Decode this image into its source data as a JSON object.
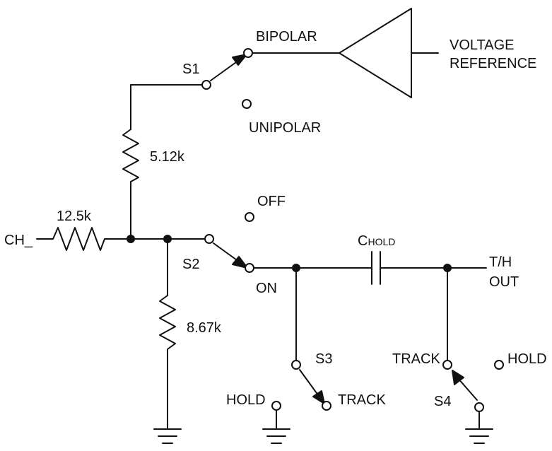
{
  "colors": {
    "line": "#111111",
    "background": "#ffffff"
  },
  "labels": {
    "bipolar": "BIPOLAR",
    "unipolar": "UNIPOLAR",
    "s1": "S1",
    "voltage": "VOLTAGE",
    "reference": "REFERENCE",
    "r_5_12k": "5.12k",
    "r_12_5k": "12.5k",
    "ch": "CH_",
    "off": "OFF",
    "on": "ON",
    "s2": "S2",
    "c_main": "C",
    "c_sub": "HOLD",
    "th": "T/H",
    "out": "OUT",
    "r_8_67k": "8.67k",
    "s3": "S3",
    "track_s3": "TRACK",
    "hold_s3": "HOLD",
    "track_s4": "TRACK",
    "hold_s4": "HOLD",
    "s4": "S4"
  }
}
